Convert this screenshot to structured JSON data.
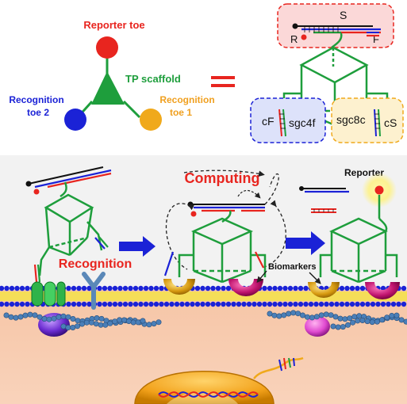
{
  "legend": {
    "reporter_toe": "Reporter toe",
    "tp_scaffold": "TP scaffold",
    "recognition_toe_2_line1": "Recognition",
    "recognition_toe_2_line2": "toe 2",
    "recognition_toe_1_line1": "Recognition",
    "recognition_toe_1_line2": "toe 1",
    "equals": "="
  },
  "structure_labels": {
    "S": "S",
    "R": "R",
    "F": "F",
    "cF": "cF",
    "sgc4f": "sgc4f",
    "sgc8c": "sgc8c",
    "cS": "cS"
  },
  "process": {
    "recognition": "Recognition",
    "computing": "Computing",
    "reporter": "Reporter",
    "biomarkers": "Biomarkers"
  },
  "colors": {
    "red": "#e8251f",
    "blue": "#1b22d6",
    "green": "#1e9e3c",
    "gold": "#f0a91b",
    "orange_text": "#f0a020",
    "cell_bg": "#f7c7aa",
    "panel_bg": "#f2f2f2"
  }
}
